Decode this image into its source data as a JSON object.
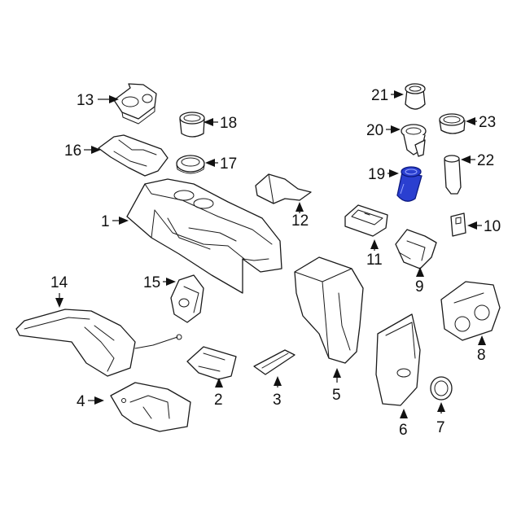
{
  "callouts": {
    "c1": "1",
    "c2": "2",
    "c3": "3",
    "c4": "4",
    "c5": "5",
    "c6": "6",
    "c7": "7",
    "c8": "8",
    "c9": "9",
    "c10": "10",
    "c11": "11",
    "c12": "12",
    "c13": "13",
    "c14": "14",
    "c15": "15",
    "c16": "16",
    "c17": "17",
    "c18": "18",
    "c19": "19",
    "c20": "20",
    "c21": "21",
    "c22": "22",
    "c23": "23"
  },
  "highlight_color": "#2a3fd0",
  "highlighted_part": "19"
}
